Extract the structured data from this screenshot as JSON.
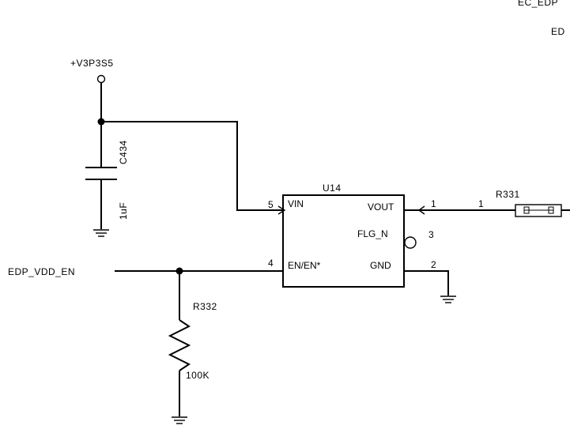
{
  "nets": {
    "top_right_1": "EC_EDP",
    "top_right_2": "ED",
    "power": "+V3P3S5",
    "enable": "EDP_VDD_EN"
  },
  "capacitor": {
    "ref": "C434",
    "value": "1uF"
  },
  "ic": {
    "ref": "U14",
    "pins": {
      "vin": {
        "name": "VIN",
        "num": "5"
      },
      "en": {
        "name": "EN/EN*",
        "num": "4"
      },
      "vout": {
        "name": "VOUT",
        "num": "1"
      },
      "flg": {
        "name": "FLG_N",
        "num": "3"
      },
      "gnd": {
        "name": "GND",
        "num": "2"
      }
    }
  },
  "resistor_pull": {
    "ref": "R332",
    "value": "100K"
  },
  "resistor_out": {
    "ref": "R331",
    "pin": "1"
  }
}
